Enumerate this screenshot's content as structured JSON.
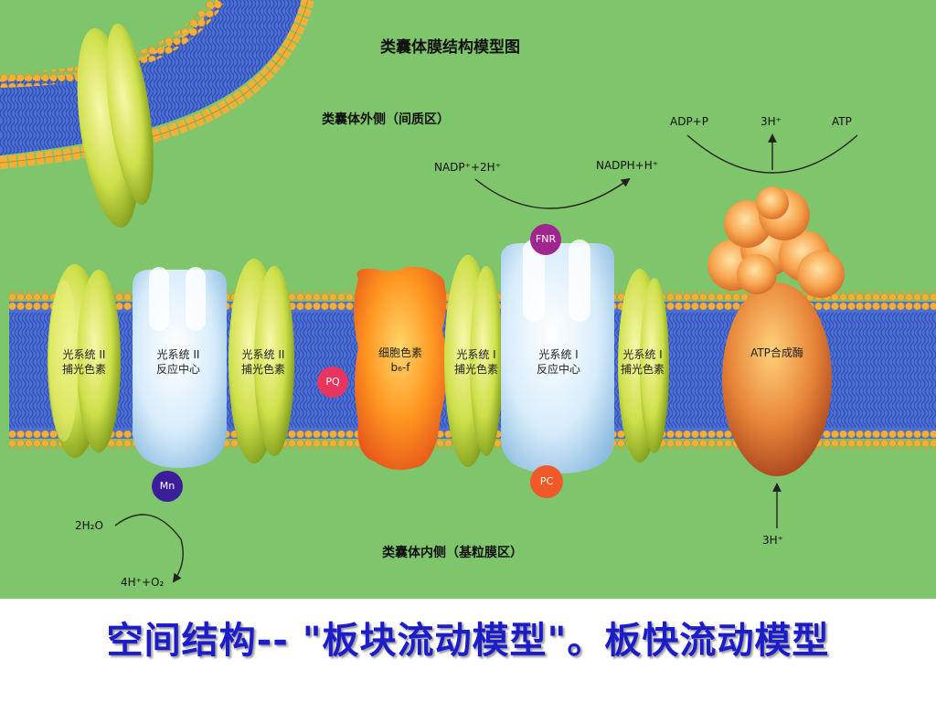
{
  "diagram": {
    "title": "类囊体膜结构模型图",
    "outer_side_label": "类囊体外侧（间质区）",
    "inner_side_label": "类囊体内侧（基粒膜区）",
    "reactions": {
      "nadp": "NADP⁺+2H⁺",
      "nadph": "NADPH+H⁺",
      "adp": "ADP+P",
      "h_top": "3H⁺",
      "atp": "ATP",
      "h_bottom": "3H⁺",
      "water": "2H₂O",
      "oxygen": "4H⁺+O₂"
    },
    "proteins": {
      "ps2_antenna_a": [
        "光系统 II",
        "捕光色素"
      ],
      "ps2_center": [
        "光系统 II",
        "反应中心"
      ],
      "ps2_antenna_b": [
        "光系统 II",
        "捕光色素"
      ],
      "cytochrome": [
        "细胞色素",
        "b₆-f"
      ],
      "ps1_antenna_a": [
        "光系统 I",
        "捕光色素"
      ],
      "ps1_center": [
        "光系统 I",
        "反应中心"
      ],
      "ps1_antenna_b": [
        "光系统 I",
        "捕光色素"
      ],
      "atp_synthase": "ATP合成酶"
    },
    "carriers": {
      "pq": "PQ",
      "mn": "Mn",
      "fnr": "FNR",
      "pc": "PC"
    }
  },
  "caption": "空间结构-- \"板块流动模型\"。板快流动模型",
  "colors": {
    "background": "#7fc56c",
    "lipid_head": "#f2b03a",
    "lipid_core": "#4a6fd6",
    "caption": "#1c1cc8",
    "pq": "#e8355f",
    "mn": "#3b1f9a",
    "fnr": "#a0268f",
    "pc": "#ef5a28"
  }
}
